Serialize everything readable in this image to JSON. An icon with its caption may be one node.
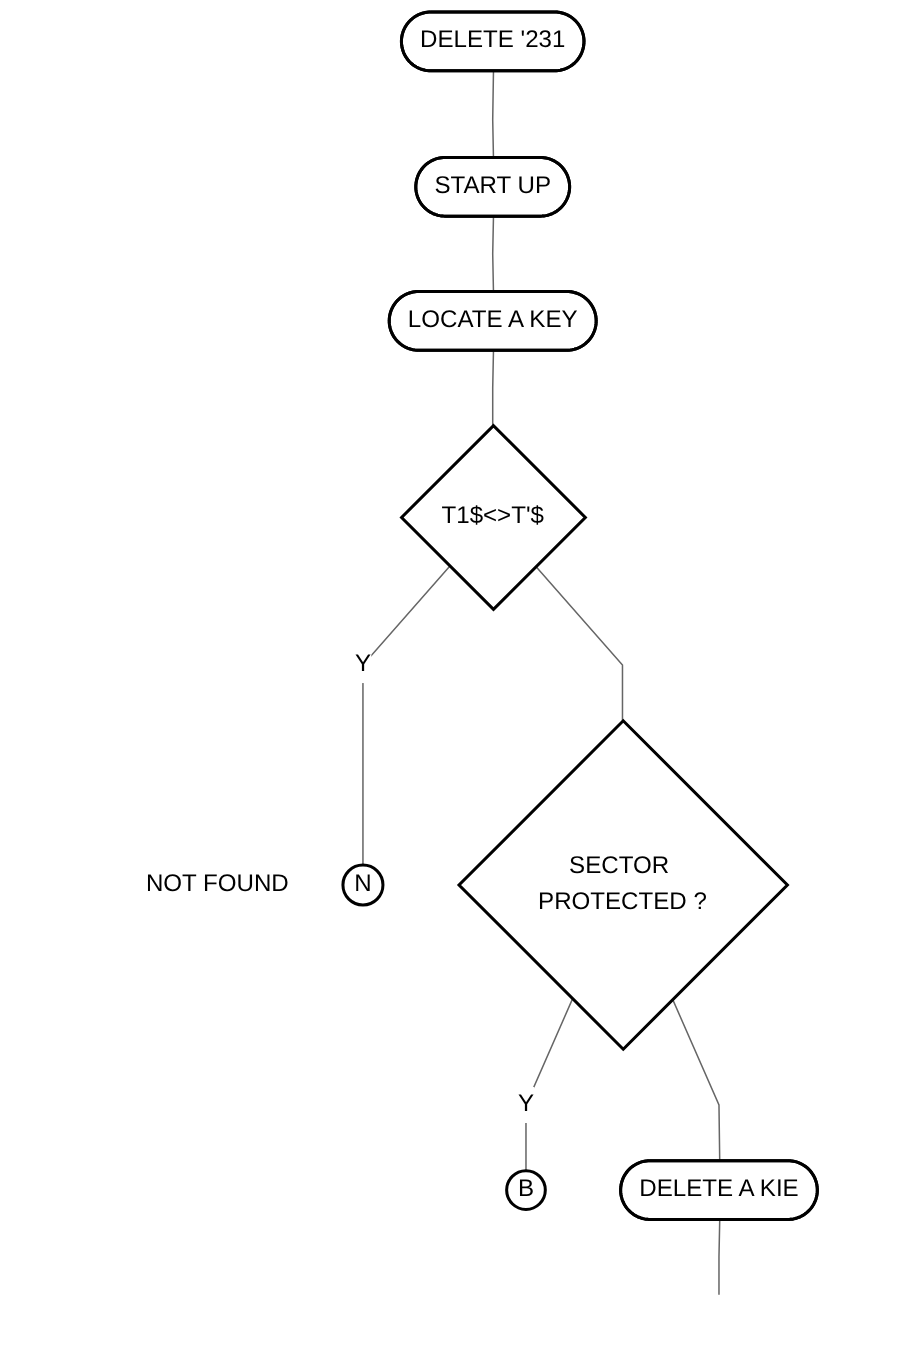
{
  "diagram": {
    "nodes": [
      {
        "text": [
          "DELETE '231"
        ]
      },
      {
        "text": [
          "START UP"
        ]
      },
      {
        "text": [
          "LOCATE A KEY"
        ]
      },
      {
        "text": [
          "T1$<>T'$"
        ]
      },
      {
        "text": [
          "N"
        ],
        "beside": [
          "NOT FOUND"
        ]
      },
      {
        "text": [
          "SECTOR PROTECTED ?"
        ]
      },
      {
        "text": [
          "B"
        ]
      },
      {
        "text": [
          "DELETE A KIE"
        ]
      }
    ],
    "edges": [
      {
        "from": 0,
        "to": 1,
        "arrow": "none"
      },
      {
        "from": 1,
        "to": 2,
        "arrow": "none"
      },
      {
        "from": 2,
        "to": 3,
        "arrow": "none"
      },
      {
        "from": 3,
        "to": 4,
        "arrow": "none",
        "label": "Y"
      },
      {
        "from": 3,
        "to": 5,
        "arrow": "none"
      },
      {
        "from": 5,
        "to": 6,
        "arrow": "none",
        "label": "Y"
      },
      {
        "from": 5,
        "to": 7,
        "arrow": "none"
      },
      {
        "from": 7,
        "to": null,
        "arrow": "none"
      }
    ]
  }
}
